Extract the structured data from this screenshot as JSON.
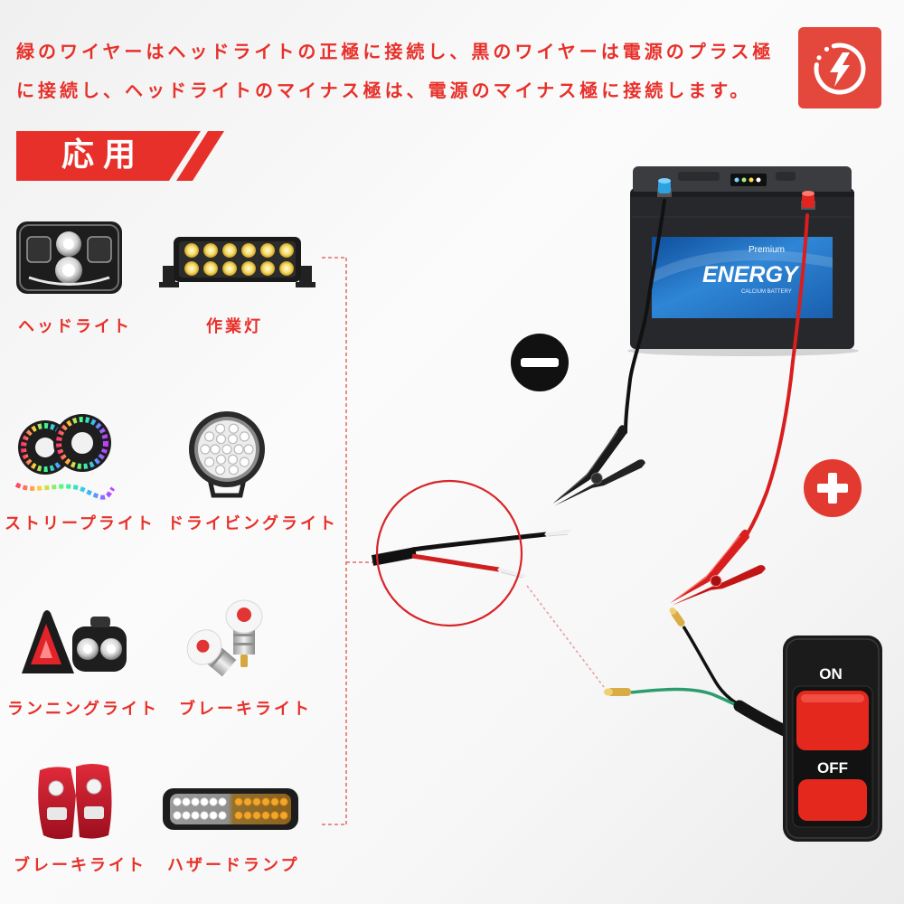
{
  "intro": {
    "line1": "緑のワイヤーはヘッドライトの正極に接続し、黒のワイヤーは電源のプラス極",
    "line2": "に接続し、ヘッドライトのマイナス極は、電源のマイナス極に接続します。"
  },
  "section": {
    "title": "応用"
  },
  "applications": [
    {
      "label": "ヘッドライト",
      "icon": "headlight-icon"
    },
    {
      "label": "作業灯",
      "icon": "work-light-icon"
    },
    {
      "label": "ストリープライト",
      "icon": "led-strip-icon"
    },
    {
      "label": "ドライビングライト",
      "icon": "driving-light-icon"
    },
    {
      "label": "ランニングライト",
      "icon": "running-light-icon"
    },
    {
      "label": "ブレーキライト",
      "icon": "brake-bulb-icon"
    },
    {
      "label": "ブレーキライト",
      "icon": "tail-light-icon"
    },
    {
      "label": "ハザードランプ",
      "icon": "hazard-lamp-icon"
    }
  ],
  "battery": {
    "premium": "Premium",
    "brand": "ENERGY",
    "type": "CALCIUM BATTERY"
  },
  "switch": {
    "on_label": "ON",
    "off_label": "OFF"
  },
  "icons": {
    "top_right": "power-lightning-icon",
    "negative": "minus-icon",
    "positive": "plus-icon"
  },
  "colors": {
    "accent_red": "#e8302a",
    "icon_tile": "#e4473b",
    "negative_wire": "#111111",
    "positive_wire": "#d81e1e",
    "signal_wire_green": "#2c9c6e",
    "battery_label_blue": "#1f6fc0"
  }
}
